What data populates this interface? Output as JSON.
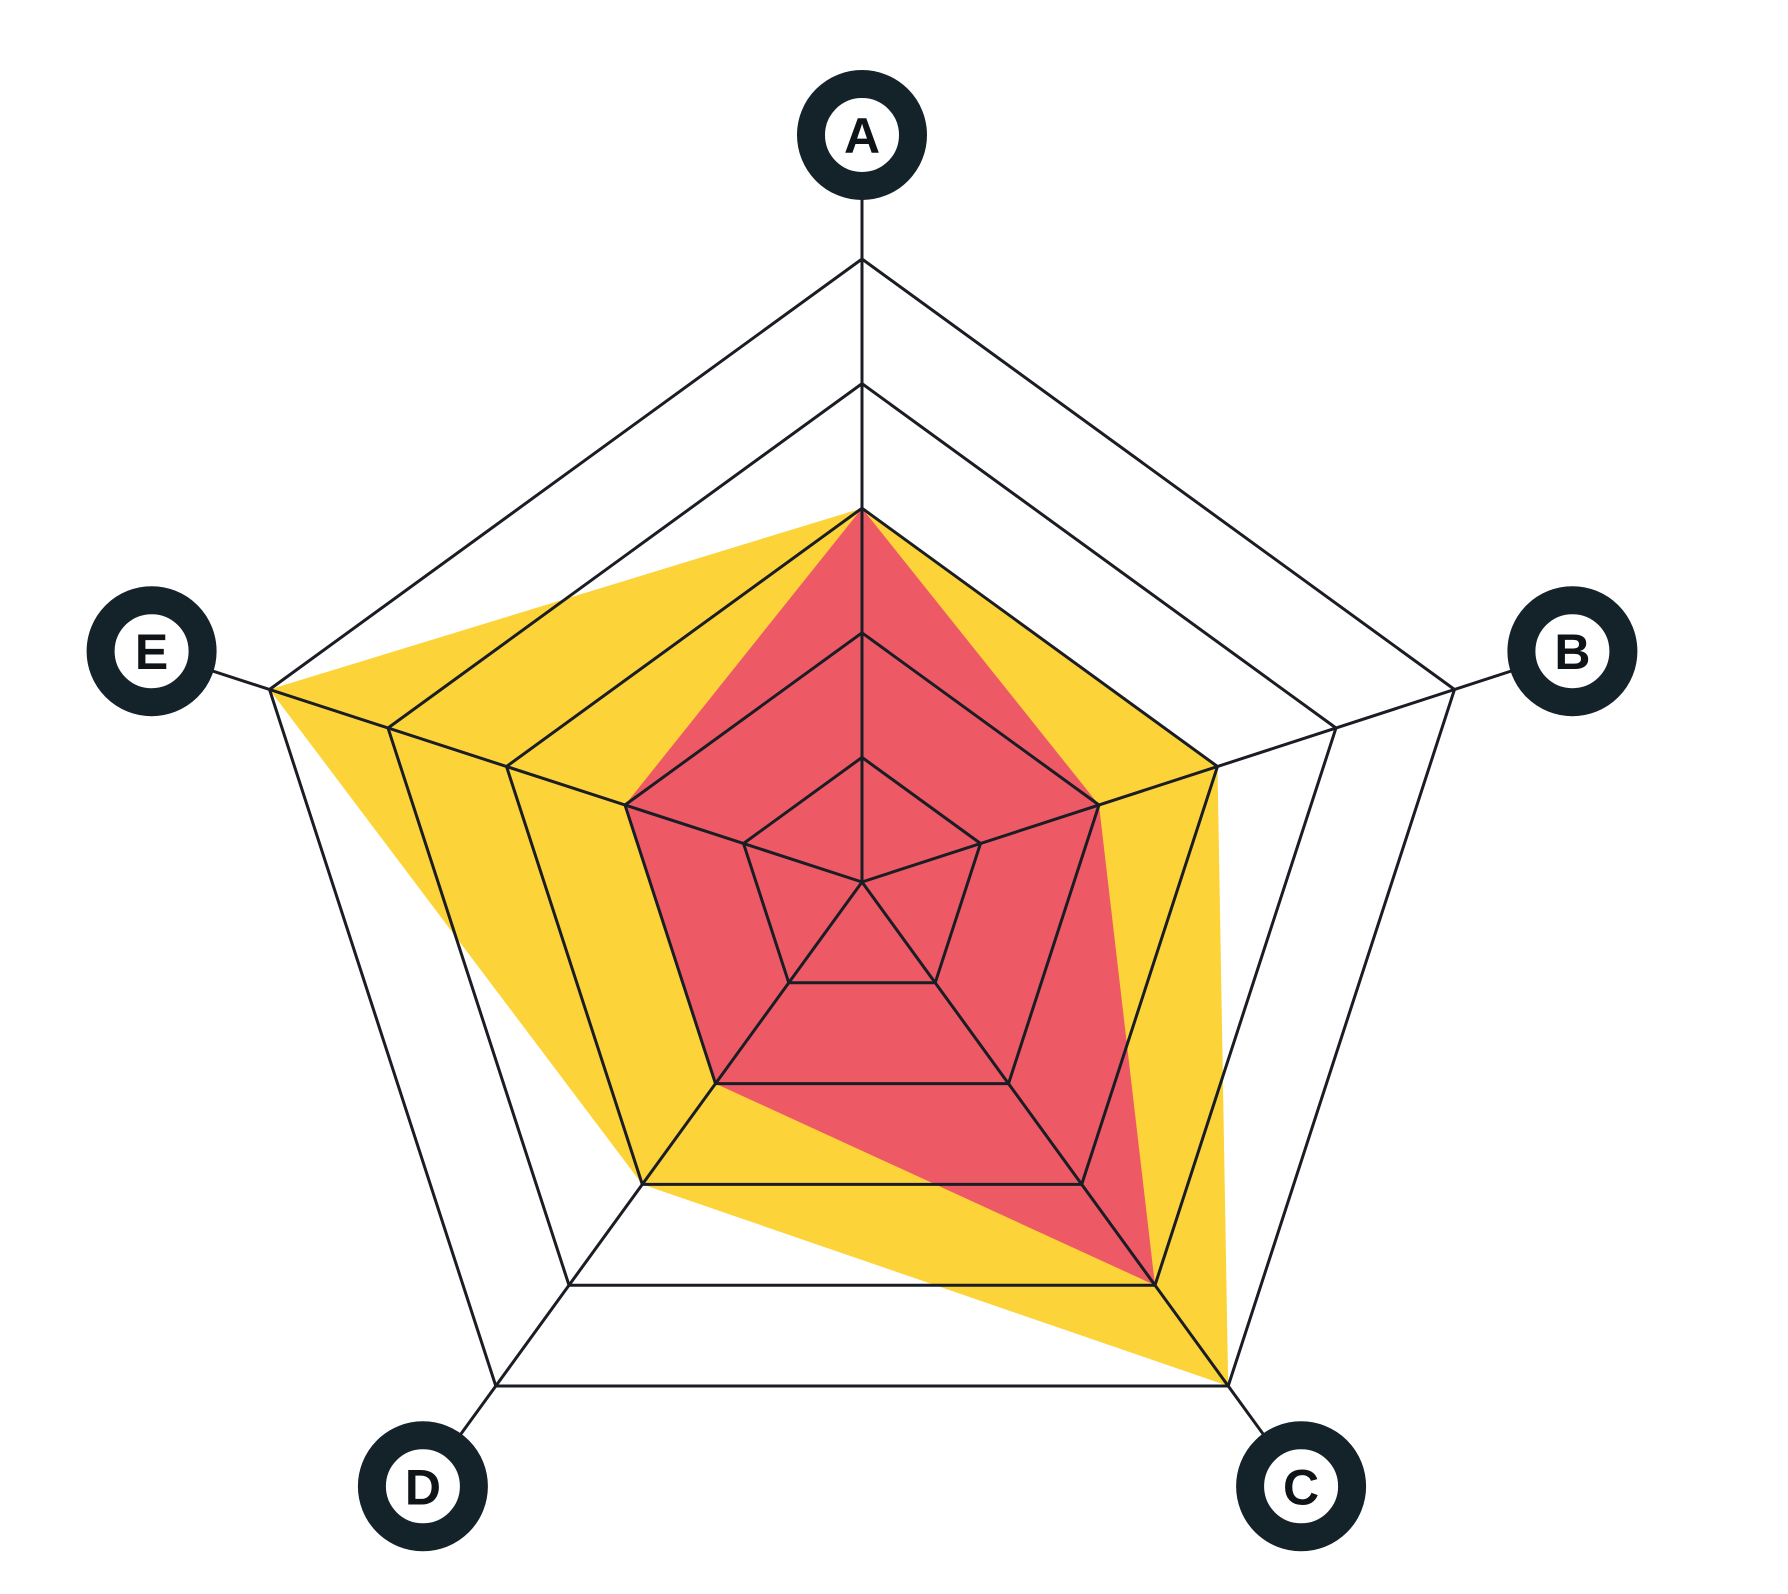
{
  "chart_data": {
    "type": "radar",
    "axes": [
      "A",
      "B",
      "C",
      "D",
      "E"
    ],
    "rlim": [
      0,
      5
    ],
    "grid_levels": [
      1,
      2,
      3,
      4,
      5
    ],
    "series": [
      {
        "values": [
          3,
          3,
          5,
          3,
          5
        ],
        "color": "#fdd33a"
      },
      {
        "values": [
          3,
          2,
          4,
          2,
          2
        ],
        "color": "#ee5966"
      }
    ],
    "grid_color": "#1a1d24",
    "badge_color": "#14222a",
    "legend": "none"
  }
}
